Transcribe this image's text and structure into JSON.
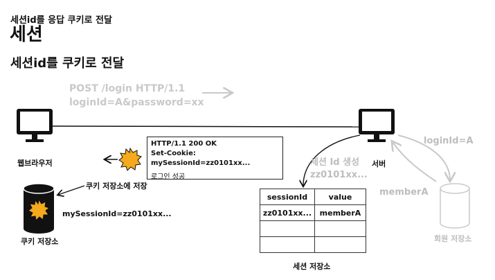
{
  "header": {
    "breadcrumb": "세션id를 응답 쿠키로 전달",
    "title": "세션",
    "subtitle": "세션id를 쿠키로 전달"
  },
  "request": {
    "line1": "POST /login HTTP/1.1",
    "line2": "loginId=A&password=xx"
  },
  "browser": {
    "label": "웹브라우저"
  },
  "server": {
    "label": "서버"
  },
  "response": {
    "status": "HTTP/1.1 200 OK",
    "cookie": "Set-Cookie: mySessionId=zz0101xx...",
    "body": "로그인 성공"
  },
  "cookie_store": {
    "label": "쿠키 저장소",
    "save_label": "쿠키 저장소에 저장",
    "value": "mySessionId=zz0101xx..."
  },
  "session_create": {
    "line1": "세션 Id 생성",
    "line2": "zz0101xx..."
  },
  "session_table": {
    "label": "세션 저장소",
    "headers": [
      "sessionId",
      "value"
    ],
    "rows": [
      [
        "zz0101xx...",
        "memberA"
      ],
      [
        "",
        ""
      ],
      [
        "",
        ""
      ]
    ]
  },
  "member_store": {
    "label": "회원 저장소",
    "query": "loginId=A",
    "result": "memberA"
  },
  "colors": {
    "gray": "#c9c9c9",
    "sun": "#f5a91c"
  }
}
